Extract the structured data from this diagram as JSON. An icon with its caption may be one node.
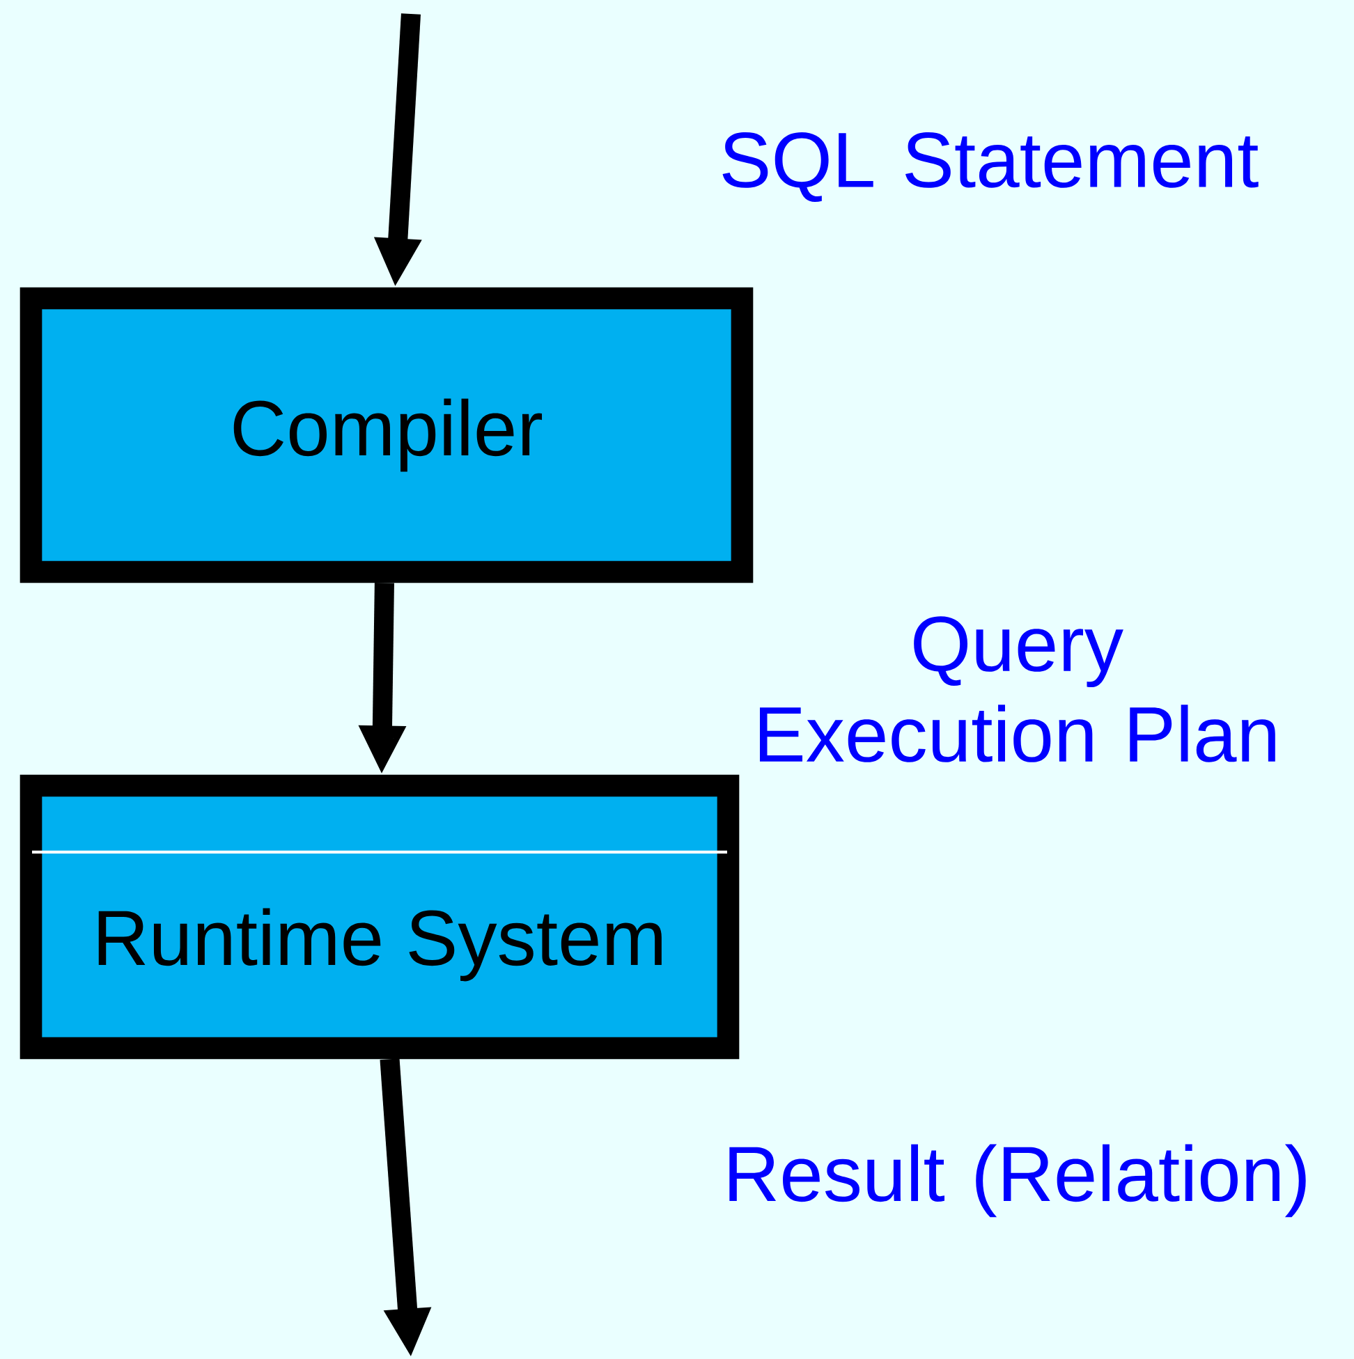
{
  "diagram": {
    "nodes": [
      {
        "text": [
          "Compiler"
        ]
      },
      {
        "text": [
          "Runtime System"
        ]
      }
    ],
    "edges": [
      {
        "from": null,
        "to": 0,
        "arrow": "to",
        "label": "SQL Statement"
      },
      {
        "from": 0,
        "to": 1,
        "arrow": "to",
        "label": "Query Execution Plan"
      },
      {
        "from": 1,
        "to": null,
        "arrow": "to",
        "label": "Result (Relation)"
      }
    ]
  }
}
